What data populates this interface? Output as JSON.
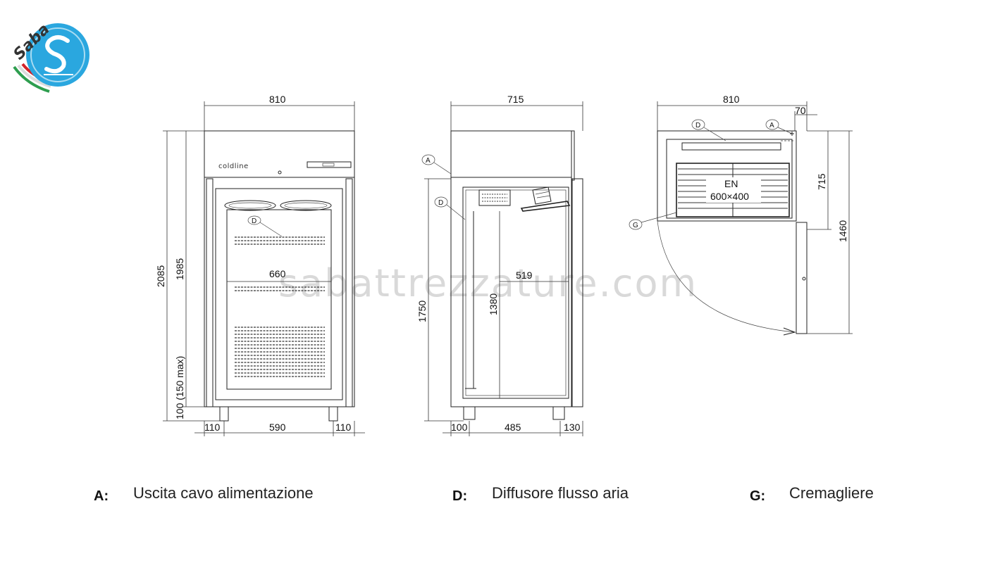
{
  "brand": {
    "logo_text": "Saba",
    "colors": {
      "logo_blue": "#2aa7df",
      "flag_green": "#2e9e4f",
      "flag_red": "#d2232a"
    }
  },
  "watermark": "sabattrezzature.com",
  "front_view": {
    "width_total": "810",
    "height_total": "2085",
    "height_body": "1985",
    "feet_height": "100 (150 max)",
    "inner_width": "660",
    "bottom_left": "110",
    "bottom_center": "590",
    "bottom_right": "110",
    "brand_label": "coldline",
    "callout": "D"
  },
  "side_view": {
    "width_total": "715",
    "height_door": "1750",
    "inner_height": "1380",
    "inner_depth": "519",
    "bottom_left": "100",
    "bottom_center": "485",
    "bottom_right": "130",
    "callout_a": "A",
    "callout_d": "D"
  },
  "top_view": {
    "width_total": "810",
    "offset": "70",
    "depth": "715",
    "depth_open": "1460",
    "tray_line1": "EN",
    "tray_line2": "600×400",
    "callout_a": "A",
    "callout_d": "D",
    "callout_g": "G"
  },
  "legend": [
    {
      "key": "A:",
      "text": "Uscita cavo alimentazione"
    },
    {
      "key": "D:",
      "text": "Diffusore flusso aria"
    },
    {
      "key": "G:",
      "text": "Cremagliere"
    }
  ]
}
